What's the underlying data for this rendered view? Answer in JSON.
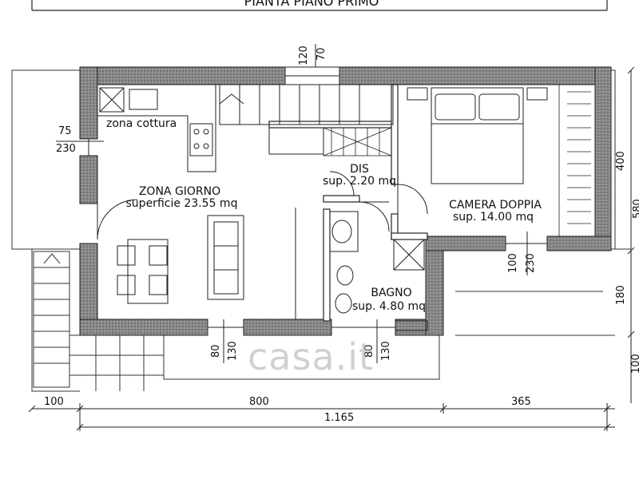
{
  "title": "PIANTA PIANO PRIMO",
  "rooms": {
    "zona_cottura": "zona cottura",
    "zona_giorno": "ZONA GIORNO",
    "zona_giorno_area": "superficie 23.55 mq",
    "dis": "DIS",
    "dis_area": "sup. 2.20 mq",
    "camera": "CAMERA DOPPIA",
    "camera_area": "sup. 14.00 mq",
    "bagno": "BAGNO",
    "bagno_area": "sup. 4.80 mq"
  },
  "dimensions": {
    "top_120": "120",
    "top_70": "70",
    "left_75": "75",
    "left_230": "230",
    "right_400": "400",
    "right_580": "580",
    "right_180": "180",
    "right_100": "100",
    "cam_100": "100",
    "cam_230": "230",
    "bottom_80a": "80",
    "bottom_130a": "130",
    "bottom_80b": "80",
    "bottom_130b": "130",
    "total_100": "100",
    "total_800": "800",
    "total_365": "365",
    "total_1165": "1.165"
  },
  "watermark": "casa.it",
  "colors": {
    "wall": "#7a7a7a",
    "line": "#1a1a1a"
  }
}
